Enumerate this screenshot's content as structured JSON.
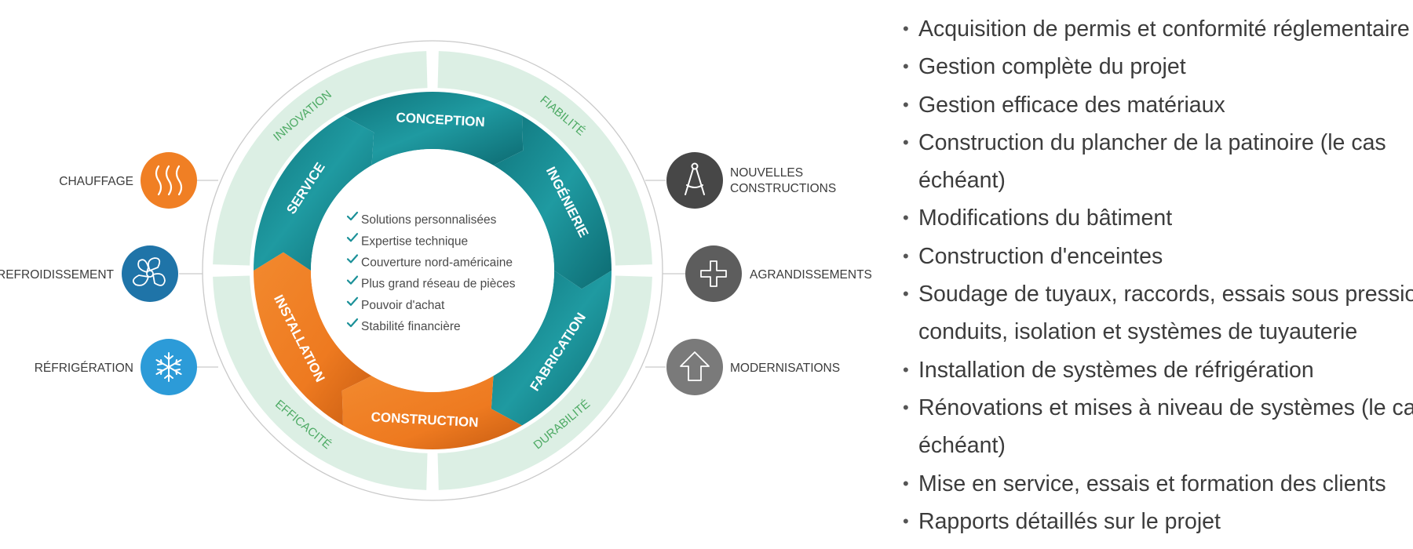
{
  "diagram": {
    "center_checklist": [
      "Solutions personnalisées",
      "Expertise technique",
      "Couverture nord-américaine",
      "Plus grand réseau de pièces",
      "Pouvoir d'achat",
      "Stabilité financière"
    ],
    "cycle_segments": [
      "CONCEPTION",
      "INGÉNIERIE",
      "FABRICATION",
      "CONSTRUCTION",
      "INSTALLATION",
      "SERVICE"
    ],
    "ring_labels": [
      "INNOVATION",
      "FIABILITÉ",
      "DURABILITÉ",
      "EFFICACITÉ"
    ],
    "left_items": [
      {
        "label": "CHAUFFAGE",
        "icon": "heat-waves-icon",
        "color": "#f07f24"
      },
      {
        "label": "REFROIDISSEMENT",
        "icon": "fan-icon",
        "color": "#1f74a8"
      },
      {
        "label": "RÉFRIGÉRATION",
        "icon": "snowflake-icon",
        "color": "#2c9bd8"
      }
    ],
    "right_items": [
      {
        "label_line1": "NOUVELLES",
        "label_line2": "CONSTRUCTIONS",
        "icon": "compass-icon",
        "color": "#474747"
      },
      {
        "label_line1": "AGRANDISSEMENTS",
        "label_line2": "",
        "icon": "plus-icon",
        "color": "#5d5d5d"
      },
      {
        "label_line1": "MODERNISATIONS",
        "label_line2": "",
        "icon": "arrow-up-icon",
        "color": "#7a7a7a"
      }
    ],
    "colors": {
      "teal": "#1a9098",
      "dark_teal": "#0d6e75",
      "orange": "#ef7d22",
      "ring_green": "#dcefe4",
      "ring_text": "#4daa64",
      "check": "#1a9098"
    }
  },
  "services": [
    "Acquisition de permis et conformité réglementaire",
    "Gestion complète du projet",
    "Gestion efficace des matériaux",
    "Construction du plancher de la patinoire (le cas",
    "échéant)",
    "Modifications du bâtiment",
    "Construction d'enceintes",
    "Soudage de tuyaux, raccords, essais sous pression,",
    "conduits, isolation et systèmes de tuyauterie",
    "Installation de systèmes de réfrigération",
    "Rénovations et mises à niveau de systèmes (le cas",
    "échéant)",
    "Mise en service, essais et formation des clients",
    "Rapports détaillés sur le projet"
  ]
}
